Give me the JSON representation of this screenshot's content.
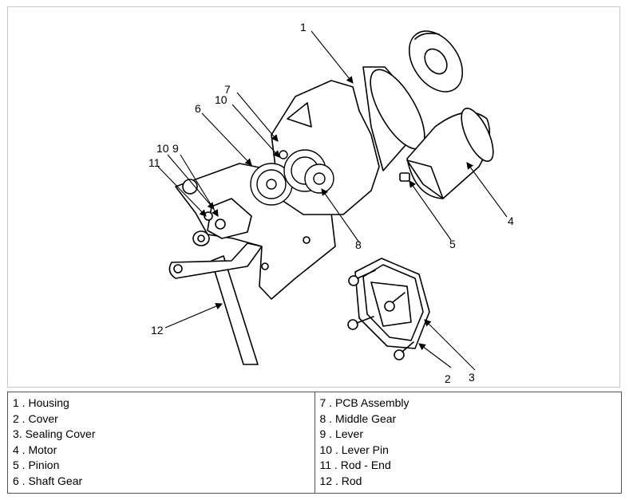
{
  "callouts": {
    "c1": "1",
    "c2": "2",
    "c3": "3",
    "c4": "4",
    "c5": "5",
    "c6": "6",
    "c7": "7",
    "c8": "8",
    "c9": "9",
    "c10a": "10",
    "c10b": "10",
    "c11": "11",
    "c12": "12"
  },
  "legend": {
    "left": [
      "1 . Housing",
      "2 . Cover",
      "3. Sealing Cover",
      "4 . Motor",
      "5 . Pinion",
      "6 . Shaft Gear"
    ],
    "right": [
      "7 . PCB Assembly",
      "8 . Middle Gear",
      "9 . Lever",
      "10 . Lever Pin",
      "11 . Rod - End",
      "12 . Rod"
    ]
  }
}
